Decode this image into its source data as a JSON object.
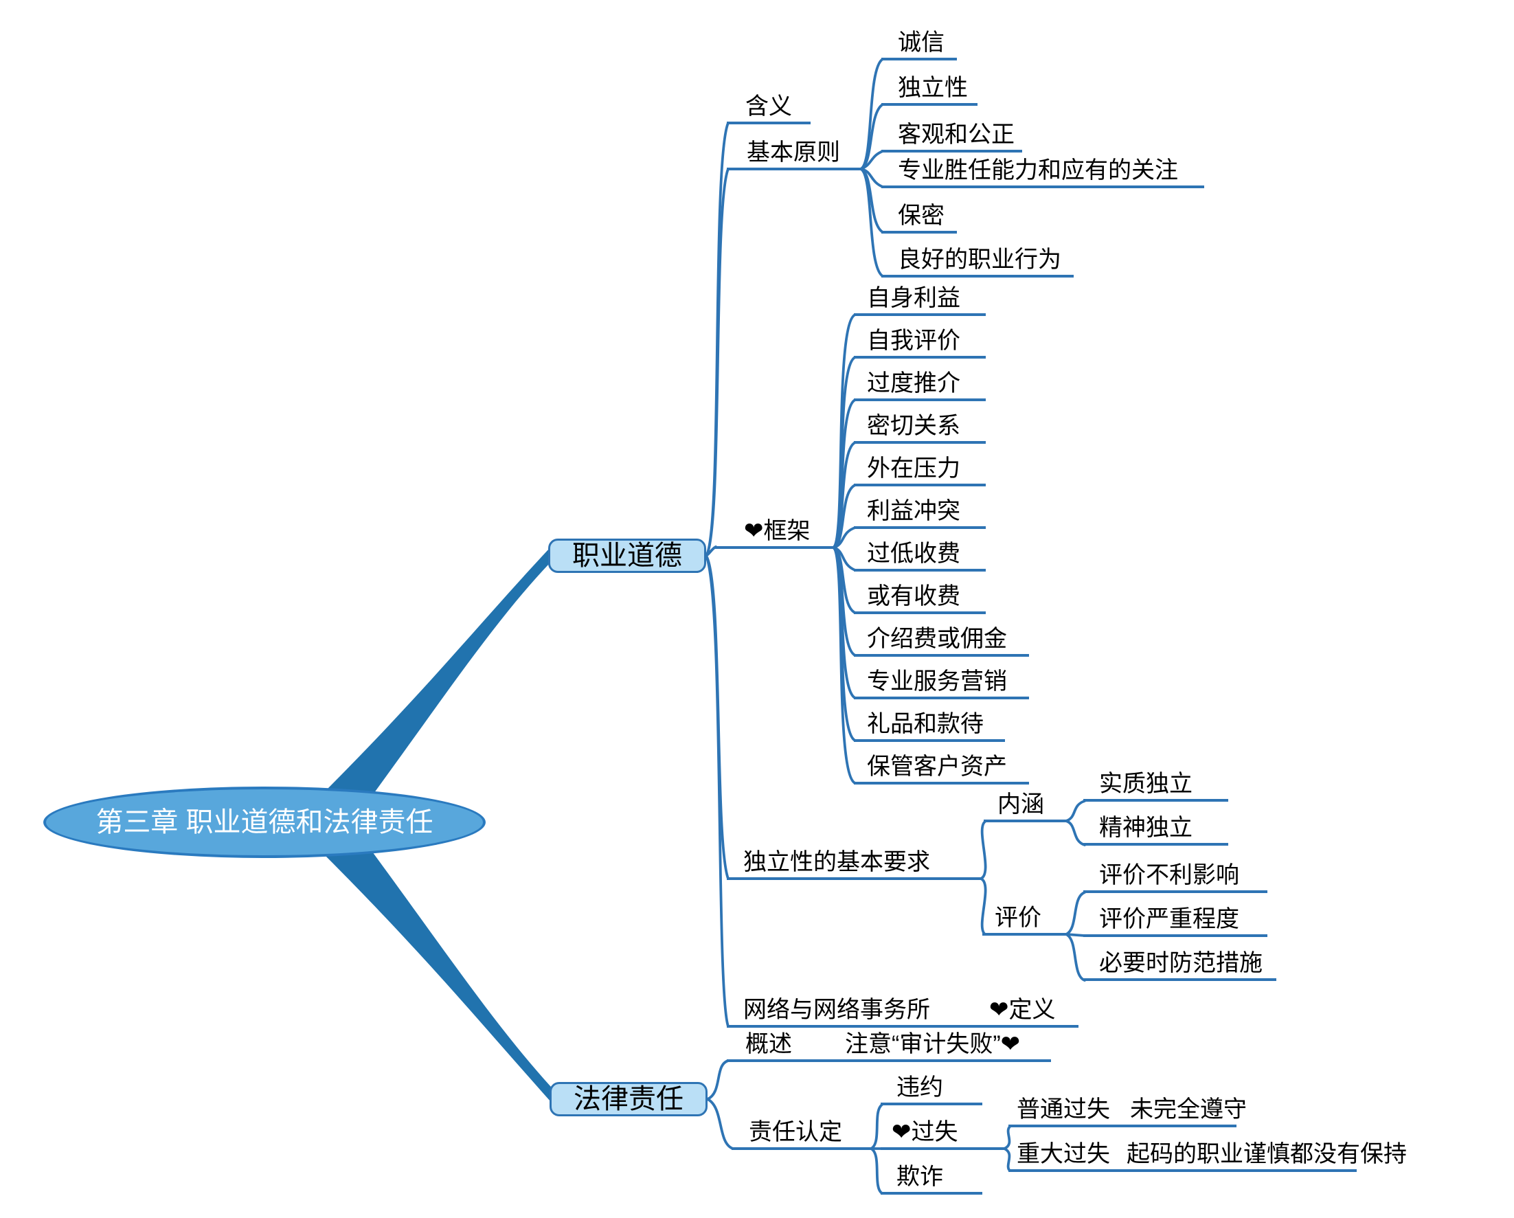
{
  "colors": {
    "line": "#2e74b4",
    "branch": "#2173ae",
    "root_fill": "#58a7dc",
    "root_stroke": "#2a7abf",
    "node_fill": "#badff6",
    "node_stroke": "#2e74b4",
    "text": "#000000",
    "root_text": "#ffffff",
    "background": "#ffffff"
  },
  "map": {
    "label": "第三章 职业道德和法律责任",
    "children": [
      {
        "label": "职业道德",
        "children": [
          {
            "label": "含义",
            "children": []
          },
          {
            "label": "基本原则",
            "children": [
              {
                "label": "诚信"
              },
              {
                "label": "独立性"
              },
              {
                "label": "客观和公正"
              },
              {
                "label": "专业胜任能力和应有的关注"
              },
              {
                "label": "保密"
              },
              {
                "label": "良好的职业行为"
              }
            ]
          },
          {
            "label": "❤框架",
            "children": [
              {
                "label": "自身利益"
              },
              {
                "label": "自我评价"
              },
              {
                "label": "过度推介"
              },
              {
                "label": "密切关系"
              },
              {
                "label": "外在压力"
              },
              {
                "label": "利益冲突"
              },
              {
                "label": "过低收费"
              },
              {
                "label": "或有收费"
              },
              {
                "label": "介绍费或佣金"
              },
              {
                "label": "专业服务营销"
              },
              {
                "label": "礼品和款待"
              },
              {
                "label": "保管客户资产"
              }
            ]
          },
          {
            "label": "独立性的基本要求",
            "children": [
              {
                "label": "内涵",
                "children": [
                  {
                    "label": "实质独立"
                  },
                  {
                    "label": "精神独立"
                  }
                ]
              },
              {
                "label": "评价",
                "children": [
                  {
                    "label": "评价不利影响"
                  },
                  {
                    "label": "评价严重程度"
                  },
                  {
                    "label": "必要时防范措施"
                  }
                ]
              }
            ]
          },
          {
            "label": "网络与网络事务所",
            "children": [
              {
                "label": "❤定义"
              }
            ]
          }
        ]
      },
      {
        "label": "法律责任",
        "children": [
          {
            "label": "概述",
            "children": [
              {
                "label": "注意“审计失败”❤"
              }
            ]
          },
          {
            "label": "责任认定",
            "children": [
              {
                "label": "违约"
              },
              {
                "label": "❤过失",
                "children": [
                  {
                    "label": "普通过失",
                    "children": [
                      {
                        "label": "未完全遵守"
                      }
                    ]
                  },
                  {
                    "label": "重大过失",
                    "children": [
                      {
                        "label": "起码的职业谨慎都没有保持"
                      }
                    ]
                  }
                ]
              },
              {
                "label": "欺诈"
              }
            ]
          }
        ]
      }
    ]
  }
}
